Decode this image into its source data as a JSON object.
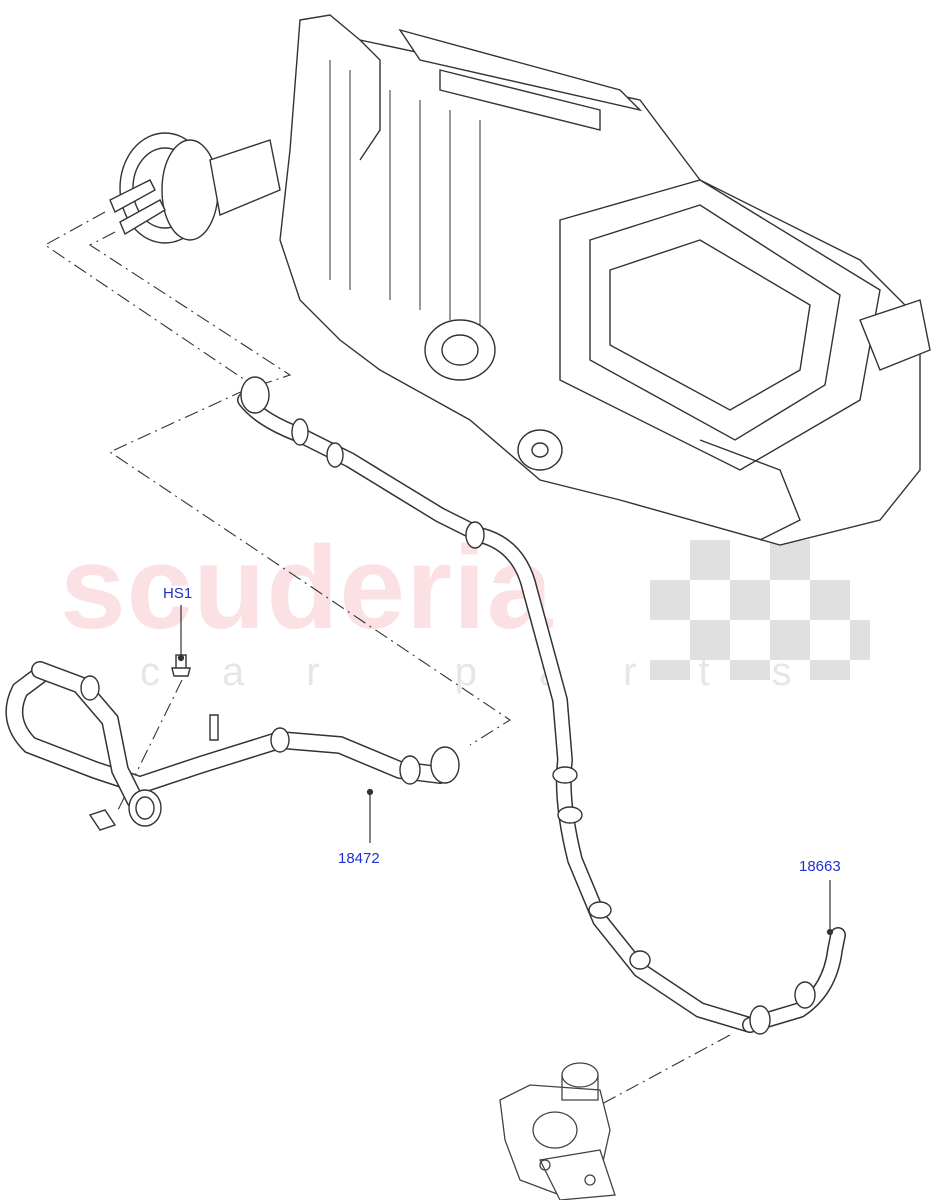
{
  "watermark": {
    "brand": "scuderia",
    "tagline": "car parts"
  },
  "callouts": {
    "hs1": "HS1",
    "part_18472": "18472",
    "part_18663": "18663"
  },
  "colors": {
    "callout_text": "#1f2fd0",
    "line_art": "#222222",
    "watermark_red": "#eb7882",
    "checker": "#d8d8d8"
  }
}
